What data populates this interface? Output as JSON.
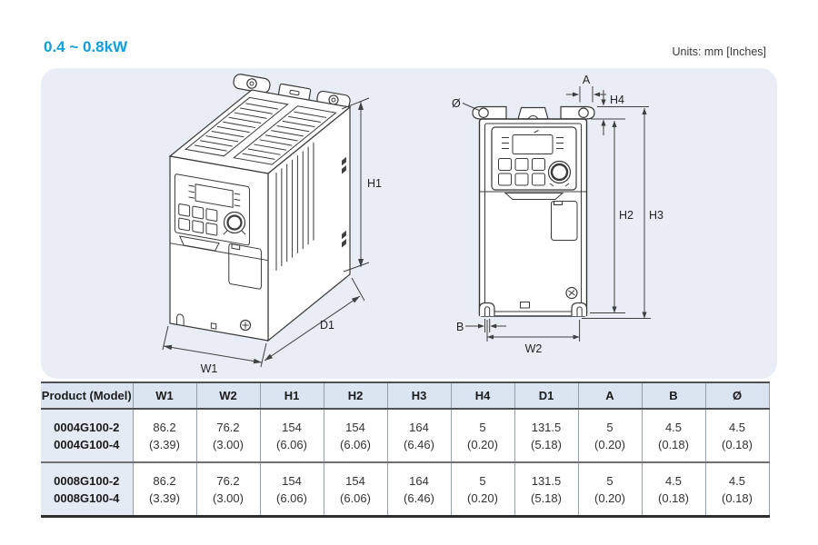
{
  "page": {
    "title": "0.4 ~ 0.8kW",
    "units_note": "Units: mm [Inches]"
  },
  "diagram": {
    "labels": {
      "H1": "H1",
      "H2": "H2",
      "H3": "H3",
      "H4": "H4",
      "A": "A",
      "B": "B",
      "W1": "W1",
      "W2": "W2",
      "D1": "D1",
      "diameter": "Ø"
    }
  },
  "table": {
    "headers": [
      "Product (Model)",
      "W1",
      "W2",
      "H1",
      "H2",
      "H3",
      "H4",
      "D1",
      "A",
      "B",
      "Ø"
    ],
    "rows": [
      {
        "models": [
          "0004G100-2",
          "0004G100-4"
        ],
        "values": [
          {
            "mm": "86.2",
            "in": "(3.39)"
          },
          {
            "mm": "76.2",
            "in": "(3.00)"
          },
          {
            "mm": "154",
            "in": "(6.06)"
          },
          {
            "mm": "154",
            "in": "(6.06)"
          },
          {
            "mm": "164",
            "in": "(6.46)"
          },
          {
            "mm": "5",
            "in": "(0.20)"
          },
          {
            "mm": "131.5",
            "in": "(5.18)"
          },
          {
            "mm": "5",
            "in": "(0.20)"
          },
          {
            "mm": "4.5",
            "in": "(0.18)"
          },
          {
            "mm": "4.5",
            "in": "(0.18)"
          }
        ]
      },
      {
        "models": [
          "0008G100-2",
          "0008G100-4"
        ],
        "values": [
          {
            "mm": "86.2",
            "in": "(3.39)"
          },
          {
            "mm": "76.2",
            "in": "(3.00)"
          },
          {
            "mm": "154",
            "in": "(6.06)"
          },
          {
            "mm": "154",
            "in": "(6.06)"
          },
          {
            "mm": "164",
            "in": "(6.46)"
          },
          {
            "mm": "5",
            "in": "(0.20)"
          },
          {
            "mm": "131.5",
            "in": "(5.18)"
          },
          {
            "mm": "5",
            "in": "(0.20)"
          },
          {
            "mm": "4.5",
            "in": "(0.18)"
          },
          {
            "mm": "4.5",
            "in": "(0.18)"
          }
        ]
      }
    ]
  }
}
